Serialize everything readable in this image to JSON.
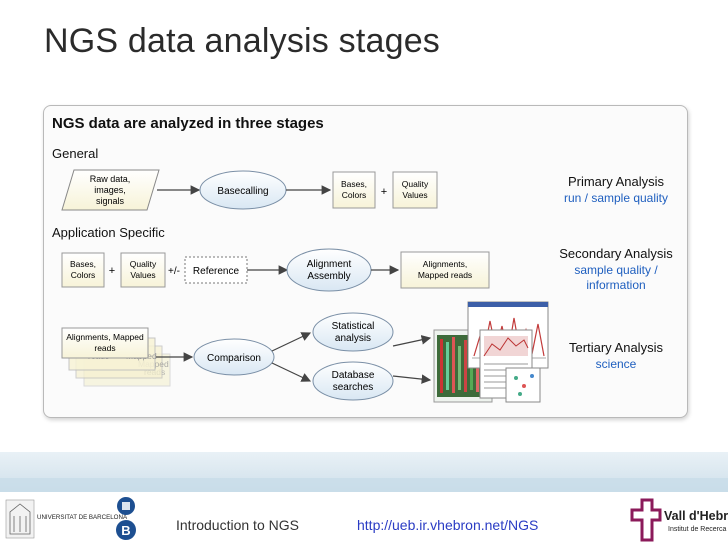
{
  "slide": {
    "title": "NGS data analysis stages"
  },
  "figure": {
    "heading": "NGS data are analyzed in three stages",
    "general": {
      "label": "General",
      "input_lines": [
        "Raw data,",
        "images,",
        "signals"
      ],
      "process": "Basecalling",
      "out1_lines": [
        "Bases,",
        "Colors"
      ],
      "plus": "+",
      "out2_lines": [
        "Quality",
        "Values"
      ],
      "stage_title": "Primary Analysis",
      "stage_sub": [
        "run / sample quality"
      ]
    },
    "application": {
      "label": "Application Specific",
      "in1_lines": [
        "Bases,",
        "Colors"
      ],
      "plus": "+",
      "in2_lines": [
        "Quality",
        "Values"
      ],
      "plusminus": "+/-",
      "reference": "Reference",
      "process_lines": [
        "Alignment",
        "Assembly"
      ],
      "out_lines": [
        "Alignments,",
        "Mapped reads"
      ],
      "stage_title": "Secondary Analysis",
      "stage_sub": [
        "sample quality /",
        "information"
      ]
    },
    "tertiary": {
      "stack_lines": [
        "Alignments, Mapped",
        "reads"
      ],
      "ghost_words": [
        "reads",
        "Mapped",
        "Mapped",
        "reads"
      ],
      "process": "Comparison",
      "out1_lines": [
        "Statistical",
        "analysis"
      ],
      "out2_lines": [
        "Database",
        "searches"
      ],
      "stage_title": "Tertiary Analysis",
      "stage_sub": [
        "science"
      ]
    }
  },
  "footer": {
    "course": "Introduction to NGS",
    "url": "http://ueb.ir.vhebron.net/NGS",
    "ub_name": "UNIVERSITAT DE BARCELONA",
    "ub_letter": "B",
    "vh_name": "Vall d'Hebron",
    "vh_sub": "Institut de Recerca"
  },
  "colors": {
    "stage_subtitle": "#1f5fbf",
    "title": "#2b2b2b",
    "link": "#2a3cc4",
    "vh_brand": "#8b1a5a"
  }
}
